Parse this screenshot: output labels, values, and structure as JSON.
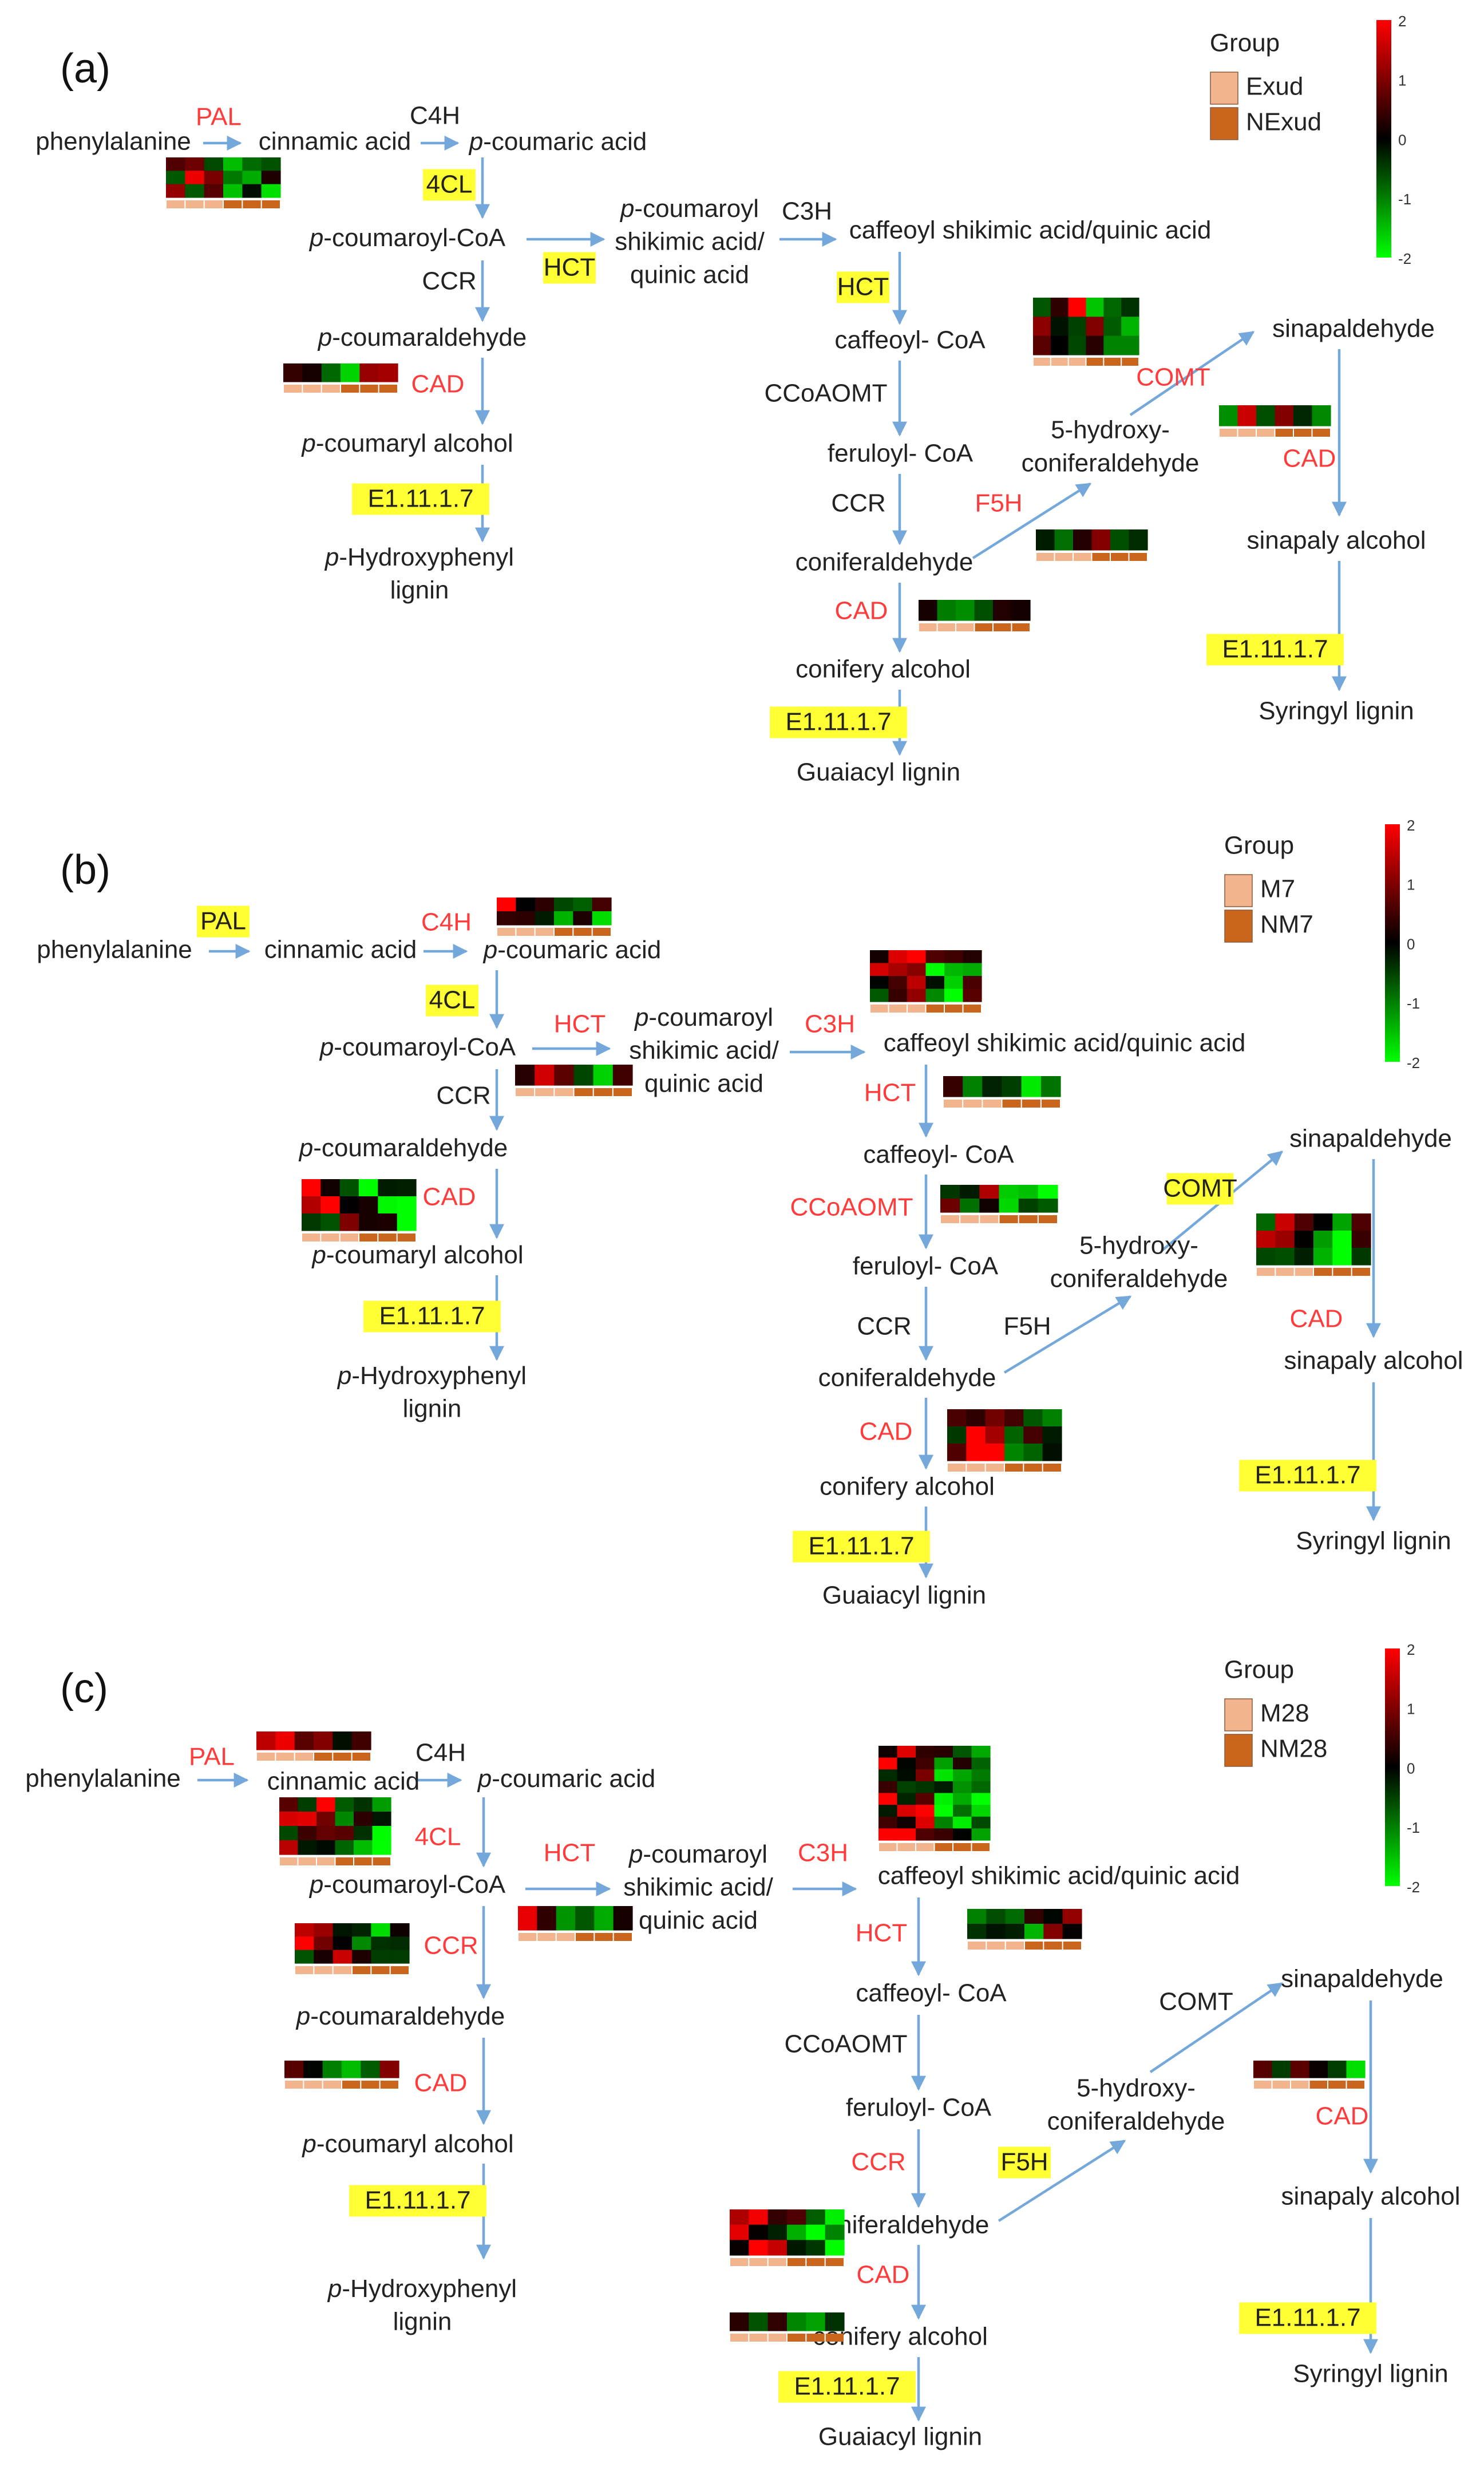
{
  "colors": {
    "enzyme_red": "#ff3b3b",
    "highlight_yellow": "#ffff33",
    "arrow_blue": "#74a7da",
    "text_dark": "#222222",
    "group_light": "#f2b48c",
    "group_dark": "#c9651c",
    "heat_high": "#ff0000",
    "heat_mid": "#000000",
    "heat_low": "#00ff00"
  },
  "legend_ticks": [
    "2",
    "1",
    "0",
    "-1",
    "-2"
  ],
  "panels": [
    {
      "label": "(a)",
      "group_title": "Group",
      "groups": [
        "Exud",
        "NExud"
      ],
      "nodes": {
        "phe": "phenylalanine",
        "cin": "cinnamic acid",
        "pca": "p-coumaric acid",
        "pcoa": "p-coumaroyl-CoA",
        "pcs": [
          "p-coumaroyl",
          "shikimic acid/",
          "quinic acid"
        ],
        "caf": "caffeoyl shikimic acid/quinic acid",
        "pcald": "p-coumaraldehyde",
        "pcalc": "p-coumaryl alcohol",
        "phl": [
          "p-Hydroxyphenyl",
          "lignin"
        ],
        "cafcoa": "caffeoyl- CoA",
        "fercoa": "feruloyl- CoA",
        "conald": "coniferaldehyde",
        "conalc": "conifery alcohol",
        "gl": "Guaiacyl lignin",
        "hca": [
          "5-hydroxy-",
          "coniferaldehyde"
        ],
        "sinald": "sinapaldehyde",
        "sinalc": "sinapaly alcohol",
        "sl": "Syringyl lignin"
      },
      "enzymes": {
        "PAL": "PAL",
        "C4H": "C4H",
        "4CL": "4CL",
        "HCT1": "HCT",
        "C3H": "C3H",
        "CCR1": "CCR",
        "CAD1": "CAD",
        "E1": "E1.11.1.7",
        "HCT2": "HCT",
        "CCoAOMT": "CCoAOMT",
        "CCR2": "CCR",
        "CAD2": "CAD",
        "E2": "E1.11.1.7",
        "F5H": "F5H",
        "COMT": "COMT",
        "CAD3": "CAD",
        "E3": "E1.11.1.7"
      }
    },
    {
      "label": "(b)",
      "group_title": "Group",
      "groups": [
        "M7",
        "NM7"
      ],
      "nodes": {
        "phe": "phenylalanine",
        "cin": "cinnamic acid",
        "pca": "p-coumaric acid",
        "pcoa": "p-coumaroyl-CoA",
        "pcs": [
          "p-coumaroyl",
          "shikimic acid/",
          "quinic acid"
        ],
        "caf": "caffeoyl shikimic acid/quinic acid",
        "pcald": "p-coumaraldehyde",
        "pcalc": "p-coumaryl alcohol",
        "phl": [
          "p-Hydroxyphenyl",
          "lignin"
        ],
        "cafcoa": "caffeoyl- CoA",
        "fercoa": "feruloyl- CoA",
        "conald": "coniferaldehyde",
        "conalc": "conifery alcohol",
        "gl": "Guaiacyl lignin",
        "hca": [
          "5-hydroxy-",
          "coniferaldehyde"
        ],
        "sinald": "sinapaldehyde",
        "sinalc": "sinapaly alcohol",
        "sl": "Syringyl lignin"
      },
      "enzymes": {
        "PAL": "PAL",
        "C4H": "C4H",
        "4CL": "4CL",
        "HCT1": "HCT",
        "C3H": "C3H",
        "CCR1": "CCR",
        "CAD1": "CAD",
        "E1": "E1.11.1.7",
        "HCT2": "HCT",
        "CCoAOMT": "CCoAOMT",
        "CCR2": "CCR",
        "CAD2": "CAD",
        "E2": "E1.11.1.7",
        "F5H": "F5H",
        "COMT": "COMT",
        "CAD3": "CAD",
        "E3": "E1.11.1.7"
      }
    },
    {
      "label": "(c)",
      "group_title": "Group",
      "groups": [
        "M28",
        "NM28"
      ],
      "nodes": {
        "phe": "phenylalanine",
        "cin": "cinnamic acid",
        "pca": "p-coumaric acid",
        "pcoa": "p-coumaroyl-CoA",
        "pcs": [
          "p-coumaroyl",
          "shikimic acid/",
          "quinic acid"
        ],
        "caf": "caffeoyl shikimic acid/quinic acid",
        "pcald": "p-coumaraldehyde",
        "pcalc": "p-coumaryl alcohol",
        "phl": [
          "p-Hydroxyphenyl",
          "lignin"
        ],
        "cafcoa": "caffeoyl- CoA",
        "fercoa": "feruloyl- CoA",
        "conald": "coniferaldehyde",
        "conalc": "conifery alcohol",
        "gl": "Guaiacyl lignin",
        "hca": [
          "5-hydroxy-",
          "coniferaldehyde"
        ],
        "sinald": "sinapaldehyde",
        "sinalc": "sinapaly alcohol",
        "sl": "Syringyl lignin"
      },
      "enzymes": {
        "PAL": "PAL",
        "C4H": "C4H",
        "4CL": "4CL",
        "HCT1": "HCT",
        "C3H": "C3H",
        "CCR1": "CCR",
        "CAD1": "CAD",
        "E1": "E1.11.1.7",
        "HCT2": "HCT",
        "CCoAOMT": "CCoAOMT",
        "CCR2": "CCR",
        "CAD2": "CAD",
        "E2": "E1.11.1.7",
        "F5H": "F5H",
        "COMT": "COMT",
        "CAD3": "CAD",
        "E3": "E1.11.1.7"
      }
    }
  ]
}
